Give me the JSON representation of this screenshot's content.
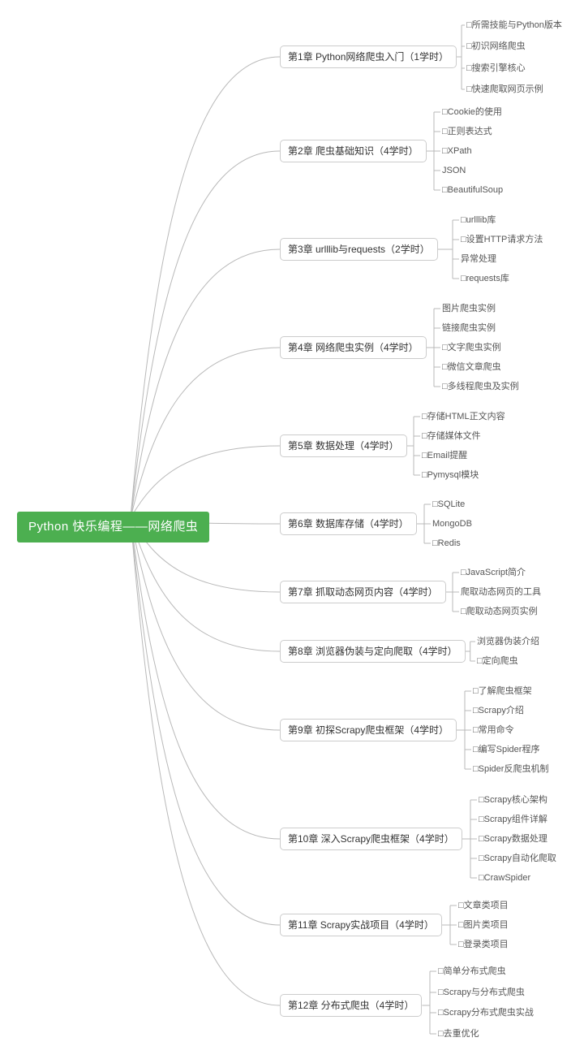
{
  "root": {
    "title": "Python 快乐编程——网络爬虫"
  },
  "colors": {
    "root_bg": "#4caf50",
    "line": "#b9b9b9",
    "chapter_border": "#cccccc"
  },
  "chapters": [
    {
      "title": "第1章 Python网络爬虫入门（1学时）",
      "items": [
        "□所需技能与Python版本",
        "□初识网络爬虫",
        "□搜索引擎核心",
        "□快速爬取网页示例"
      ]
    },
    {
      "title": "第2章 爬虫基础知识（4学时）",
      "items": [
        "□Cookie的使用",
        "□正则表达式",
        "□XPath",
        "JSON",
        "□BeautifulSoup"
      ]
    },
    {
      "title": "第3章 urlllib与requests（2学时）",
      "items": [
        "□urlllib库",
        "□设置HTTP请求方法",
        "异常处理",
        "□requests库"
      ]
    },
    {
      "title": "第4章 网络爬虫实例（4学时）",
      "items": [
        "图片爬虫实例",
        "链接爬虫实例",
        "□文字爬虫实例",
        "□微信文章爬虫",
        "□多线程爬虫及实例"
      ]
    },
    {
      "title": "第5章 数据处理（4学时）",
      "items": [
        "□存储HTML正文内容",
        "□存储媒体文件",
        "□Email提醒",
        "□Pymysql模块"
      ]
    },
    {
      "title": "第6章 数据库存储（4学时）",
      "items": [
        "□SQLite",
        "MongoDB",
        "□Redis"
      ]
    },
    {
      "title": "第7章 抓取动态网页内容（4学时）",
      "items": [
        "□JavaScript简介",
        "爬取动态网页的工具",
        "□爬取动态网页实例"
      ]
    },
    {
      "title": "第8章 浏览器伪装与定向爬取（4学时）",
      "items": [
        "浏览器伪装介绍",
        "□定向爬虫"
      ]
    },
    {
      "title": "第9章 初探Scrapy爬虫框架（4学时）",
      "items": [
        "□了解爬虫框架",
        "□Scrapy介绍",
        "□常用命令",
        "□编写Spider程序",
        "□Spider反爬虫机制"
      ]
    },
    {
      "title": "第10章 深入Scrapy爬虫框架（4学时）",
      "items": [
        "□Scrapy核心架构",
        "□Scrapy组件详解",
        "□Scrapy数据处理",
        "□Scrapy自动化爬取",
        "□CrawSpider"
      ]
    },
    {
      "title": "第11章 Scrapy实战项目（4学时）",
      "items": [
        "□文章类项目",
        "□图片类项目",
        "□登录类项目"
      ]
    },
    {
      "title": "第12章 分布式爬虫（4学时）",
      "items": [
        "□简单分布式爬虫",
        "□Scrapy与分布式爬虫",
        "□Scrapy分布式爬虫实战",
        "□去重优化"
      ]
    }
  ]
}
